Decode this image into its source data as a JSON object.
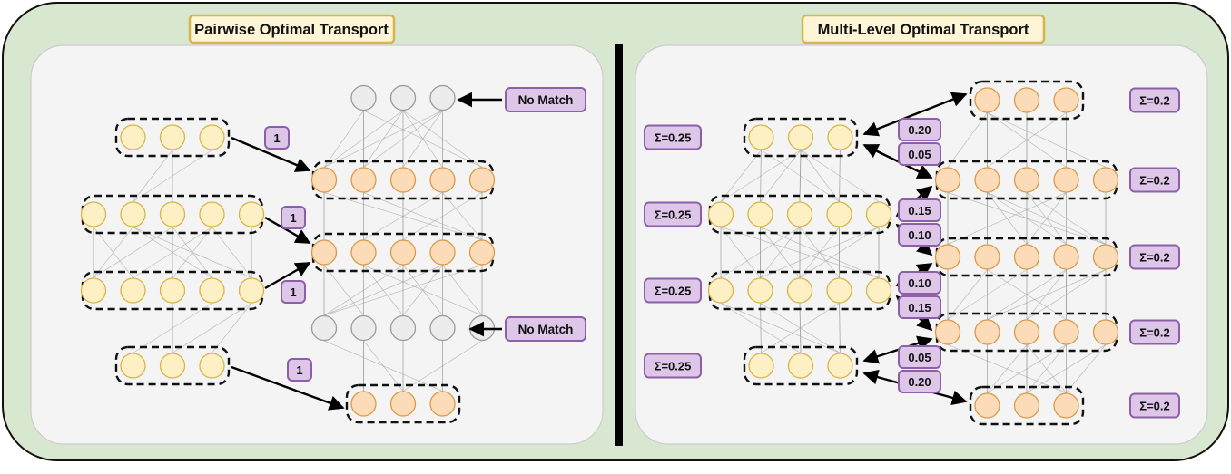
{
  "figure": {
    "background": "#d8e8d0",
    "panel_background": "#f4f4f4",
    "divider_color": "#000000"
  },
  "palette": {
    "source_node_fill": "#fdf0c4",
    "source_node_stroke": "#d9b44a",
    "target_node_fill": "#fcdcb8",
    "target_node_stroke": "#d99a4a",
    "nomatch_node_fill": "#ececec",
    "nomatch_node_stroke": "#9a9a9a",
    "badge_fill": "#ddc6e8",
    "badge_stroke": "#8c5fa8",
    "title_fill": "#fdf5d6",
    "title_stroke": "#d9b44a",
    "group_border": "#111111",
    "edge_color": "#aaaaaa",
    "arrow_color": "#000000"
  },
  "panels": [
    {
      "id": "pairwise",
      "title": "Pairwise Optimal Transport",
      "source_groups": [
        {
          "name": "source-group-1",
          "count": 3
        },
        {
          "name": "source-group-2",
          "count": 5
        },
        {
          "name": "source-group-3",
          "count": 5
        },
        {
          "name": "source-group-4",
          "count": 3
        }
      ],
      "target_groups": [
        {
          "name": "target-group-nomatch-top",
          "count": 3,
          "kind": "no-match",
          "boxed": false
        },
        {
          "name": "target-group-1",
          "count": 5,
          "kind": "matched",
          "boxed": true
        },
        {
          "name": "target-group-2",
          "count": 5,
          "kind": "matched",
          "boxed": true
        },
        {
          "name": "target-group-nomatch-bottom",
          "count": 5,
          "kind": "no-match",
          "boxed": false
        },
        {
          "name": "target-group-3",
          "count": 3,
          "kind": "matched",
          "boxed": true
        }
      ],
      "transport_labels": [
        "1",
        "1",
        "1",
        "1"
      ],
      "annotations": [
        "No Match",
        "No Match"
      ]
    },
    {
      "id": "multilevel",
      "title": "Multi-Level Optimal Transport",
      "source_groups": [
        {
          "name": "source-group-1",
          "count": 3,
          "mass": "Σ=0.25"
        },
        {
          "name": "source-group-2",
          "count": 5,
          "mass": "Σ=0.25"
        },
        {
          "name": "source-group-3",
          "count": 5,
          "mass": "Σ=0.25"
        },
        {
          "name": "source-group-4",
          "count": 3,
          "mass": "Σ=0.25"
        }
      ],
      "target_groups": [
        {
          "name": "target-group-1",
          "count": 3,
          "mass": "Σ=0.2"
        },
        {
          "name": "target-group-2",
          "count": 5,
          "mass": "Σ=0.2"
        },
        {
          "name": "target-group-3",
          "count": 5,
          "mass": "Σ=0.2"
        },
        {
          "name": "target-group-4",
          "count": 5,
          "mass": "Σ=0.2"
        },
        {
          "name": "target-group-5",
          "count": 3,
          "mass": "Σ=0.2"
        }
      ],
      "transport_labels": [
        "0.20",
        "0.05",
        "0.15",
        "0.10",
        "0.10",
        "0.15",
        "0.05",
        "0.20"
      ]
    }
  ]
}
